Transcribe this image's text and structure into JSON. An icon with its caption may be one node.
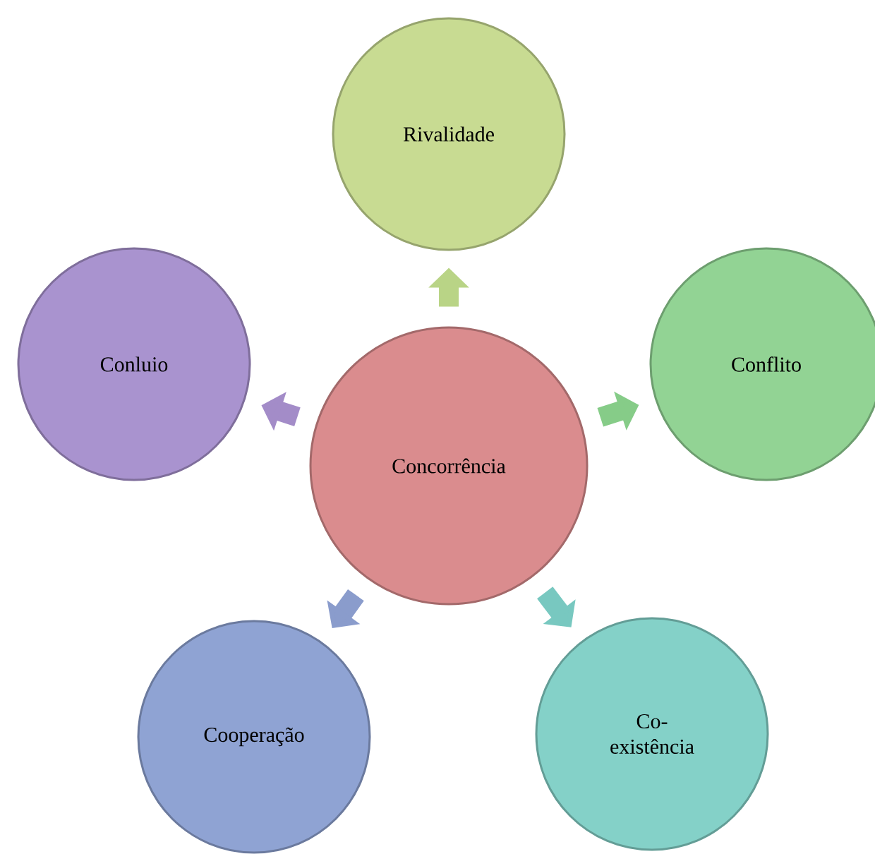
{
  "diagram": {
    "nodes": [
      {
        "text": [
          "Concorrência"
        ]
      },
      {
        "text": [
          "Rivalidade"
        ]
      },
      {
        "text": [
          "Conflito"
        ]
      },
      {
        "text": [
          "Co-existência"
        ]
      },
      {
        "text": [
          "Cooperação"
        ]
      },
      {
        "text": [
          "Conluio"
        ]
      }
    ],
    "edges": [
      {
        "from": 0,
        "to": 1,
        "arrow": "to",
        "color": "#b9d486"
      },
      {
        "from": 0,
        "to": 2,
        "arrow": "to",
        "color": "#86cc88"
      },
      {
        "from": 0,
        "to": 3,
        "arrow": "to",
        "color": "#78c8c0"
      },
      {
        "from": 0,
        "to": 4,
        "arrow": "to",
        "color": "#8a9ccc"
      },
      {
        "from": 0,
        "to": 5,
        "arrow": "to",
        "color": "#a38cc8"
      }
    ]
  }
}
